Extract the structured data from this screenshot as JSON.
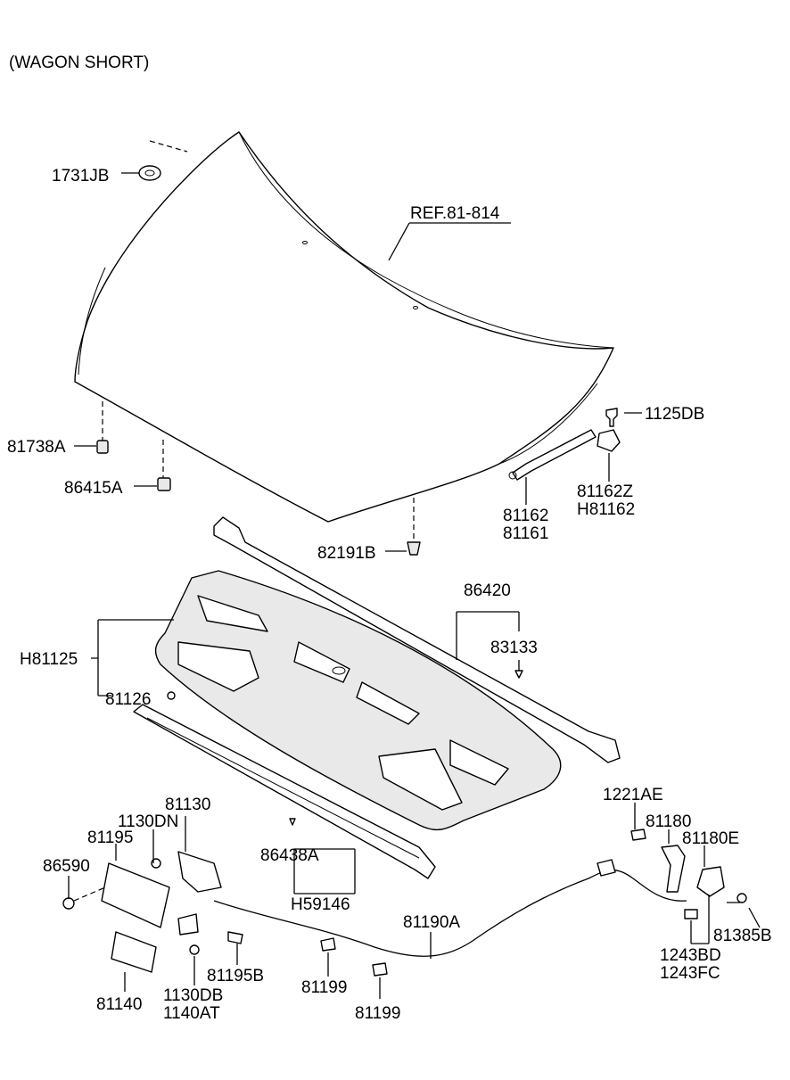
{
  "diagram": {
    "variant": "(WAGON SHORT)",
    "reference": "REF.81-814",
    "parts": {
      "p1731JB": "1731JB",
      "p1125DB": "1125DB",
      "p81738A": "81738A",
      "p86415A": "86415A",
      "p81162Z": "81162Z",
      "pH81162": "H81162",
      "p81162": "81162",
      "p81161": "81161",
      "p82191B": "82191B",
      "p86420": "86420",
      "pH81125": "H81125",
      "p83133": "83133",
      "p81126": "81126",
      "p1221AE": "1221AE",
      "p81180": "81180",
      "p81180E": "81180E",
      "p81130": "81130",
      "p1130DN": "1130DN",
      "p81195": "81195",
      "p86590": "86590",
      "p86438A": "86438A",
      "pH59146": "H59146",
      "p81190A": "81190A",
      "p81385B": "81385B",
      "p1243BD": "1243BD",
      "p1243FC": "1243FC",
      "p81195B": "81195B",
      "p81199a": "81199",
      "p81199b": "81199",
      "p81140": "81140",
      "p1130DB": "1130DB",
      "p1140AT": "1140AT"
    }
  }
}
